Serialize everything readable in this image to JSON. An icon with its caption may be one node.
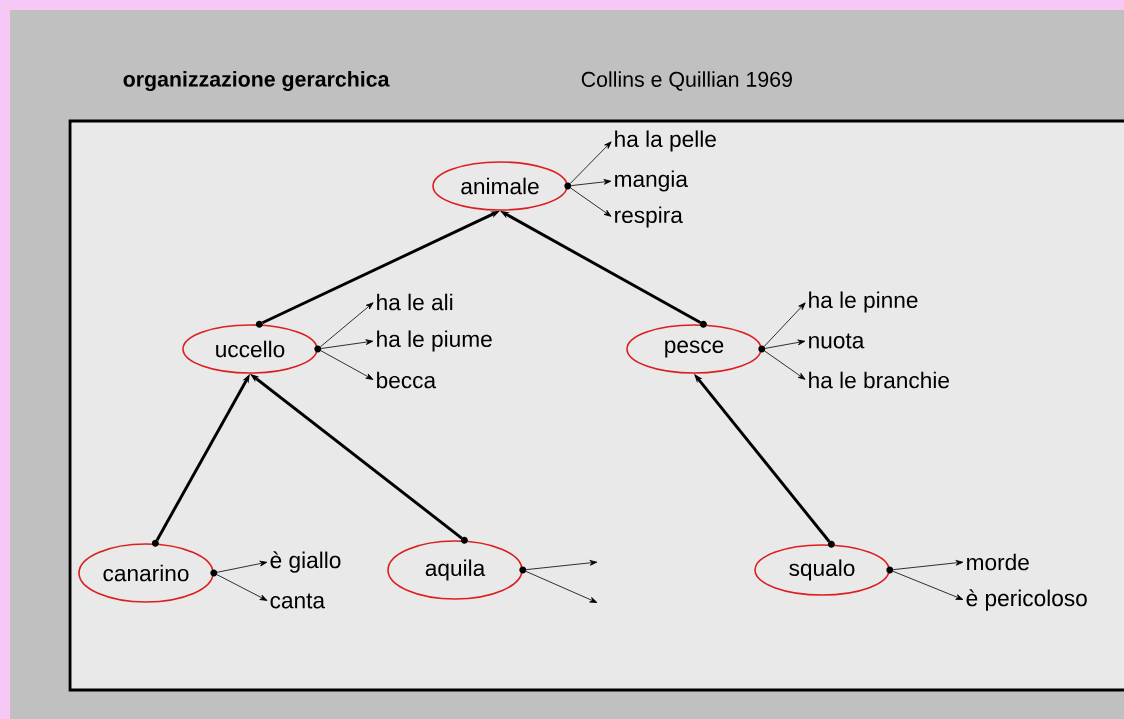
{
  "diagram": {
    "title": "organizzazione gerarchica",
    "nodes": [
      {
        "text": [
          "animale"
        ]
      },
      {
        "text": [
          "ha la pelle"
        ]
      },
      {
        "text": [
          "mangia"
        ]
      },
      {
        "text": [
          "respira"
        ]
      },
      {
        "text": [
          "uccello"
        ]
      },
      {
        "text": [
          "ha le ali"
        ]
      },
      {
        "text": [
          "ha le piume"
        ]
      },
      {
        "text": [
          "becca"
        ]
      },
      {
        "text": [
          "pesce"
        ]
      },
      {
        "text": [
          "ha le pinne"
        ]
      },
      {
        "text": [
          "nuota"
        ]
      },
      {
        "text": [
          "ha le branchie"
        ]
      },
      {
        "text": [
          "canarino"
        ]
      },
      {
        "text": [
          "è giallo"
        ]
      },
      {
        "text": [
          "canta"
        ]
      },
      {
        "text": [
          "aquila"
        ]
      },
      {
        "text": [
          "squalo"
        ]
      },
      {
        "text": [
          "morde"
        ]
      },
      {
        "text": [
          "è pericoloso"
        ]
      }
    ],
    "edges": [
      {
        "from": 4,
        "to": 0,
        "arrow": "to",
        "style": "thick"
      },
      {
        "from": 8,
        "to": 0,
        "arrow": "to",
        "style": "thick"
      },
      {
        "from": 12,
        "to": 4,
        "arrow": "to",
        "style": "thick"
      },
      {
        "from": 15,
        "to": 4,
        "arrow": "to",
        "style": "thick"
      },
      {
        "from": 16,
        "to": 8,
        "arrow": "to",
        "style": "thick"
      },
      {
        "from": 0,
        "to": 1,
        "arrow": "to"
      },
      {
        "from": 0,
        "to": 2,
        "arrow": "to"
      },
      {
        "from": 0,
        "to": 3,
        "arrow": "to"
      },
      {
        "from": 4,
        "to": 5,
        "arrow": "to"
      },
      {
        "from": 4,
        "to": 6,
        "arrow": "to"
      },
      {
        "from": 4,
        "to": 7,
        "arrow": "to"
      },
      {
        "from": 8,
        "to": 9,
        "arrow": "to"
      },
      {
        "from": 8,
        "to": 10,
        "arrow": "to"
      },
      {
        "from": 8,
        "to": 11,
        "arrow": "to"
      },
      {
        "from": 12,
        "to": 13,
        "arrow": "to"
      },
      {
        "from": 12,
        "to": 14,
        "arrow": "to"
      },
      {
        "from": 15,
        "to": null,
        "arrow": "to"
      },
      {
        "from": 15,
        "to": null,
        "arrow": "to"
      },
      {
        "from": 16,
        "to": 17,
        "arrow": "to"
      },
      {
        "from": 16,
        "to": 18,
        "arrow": "to"
      }
    ],
    "labels": [
      "Collins e Quillian 1969"
    ]
  }
}
